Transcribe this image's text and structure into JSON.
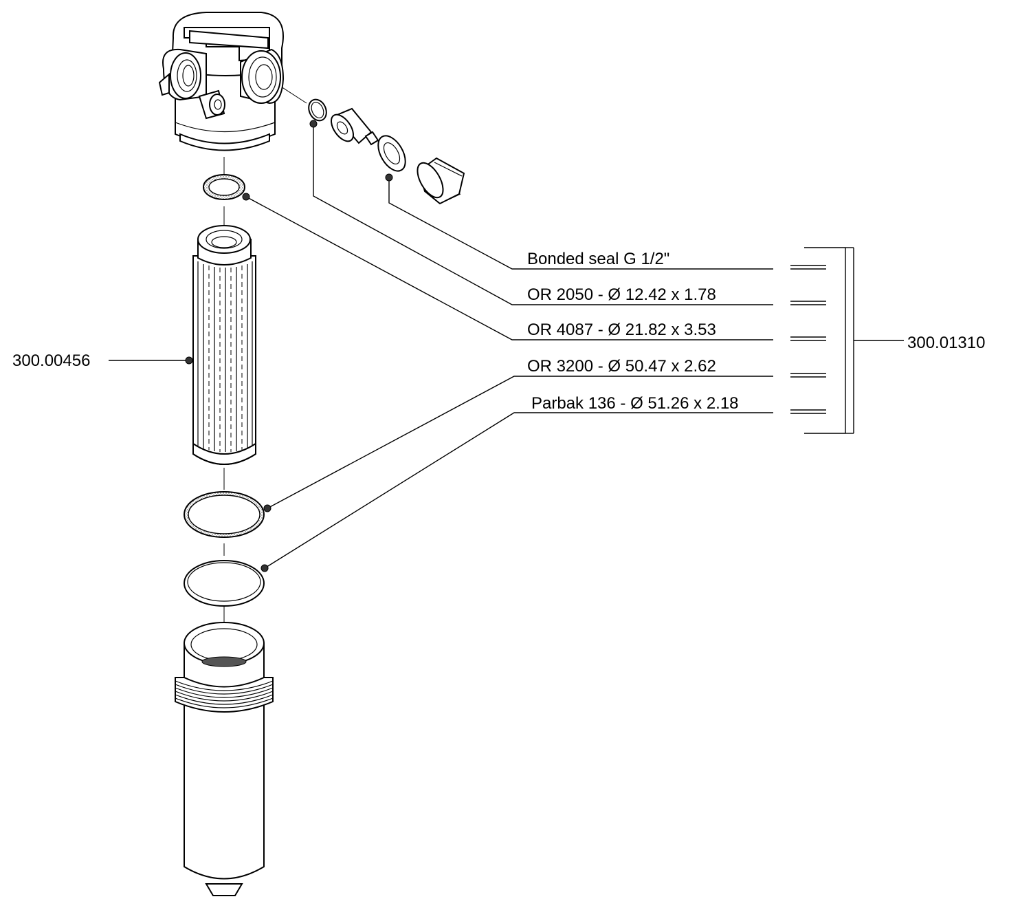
{
  "diagram": {
    "kit_code": "300.01310",
    "element_code": "300.00456",
    "seals": [
      {
        "label": "Bonded seal G 1/2\""
      },
      {
        "label": "OR 2050 - Ø 12.42 x 1.78"
      },
      {
        "label": "OR 4087 - Ø 21.82 x 3.53"
      },
      {
        "label": "OR 3200 - Ø 50.47 x 2.62"
      },
      {
        "label": "Parbak 136 - Ø 51.26 x 2.18"
      }
    ]
  }
}
